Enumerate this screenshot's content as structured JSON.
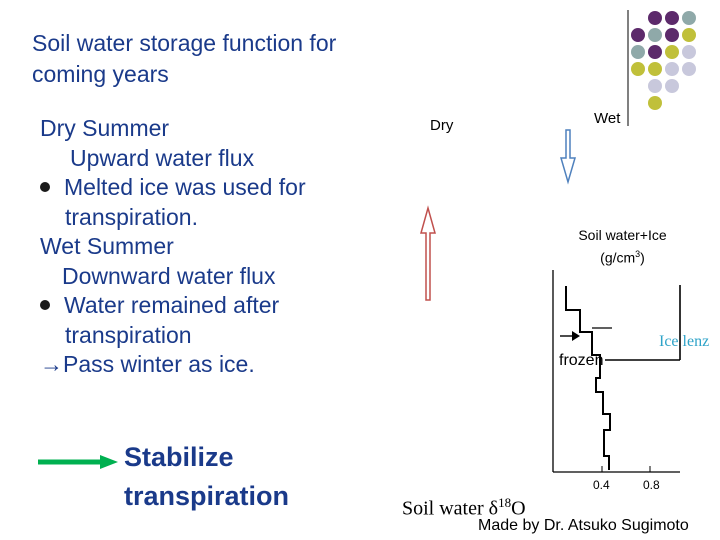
{
  "title": "Soil water storage function for coming years",
  "bullets": {
    "dry_summer": "Dry Summer",
    "upward_flux": "Upward water flux",
    "melted_ice": "Melted ice was used for",
    "melted_ice_2": "transpiration.",
    "wet_summer": "Wet Summer",
    "downward_flux": "Downward water flux",
    "water_remained": "Water remained after",
    "water_remained_2": "transpiration",
    "pass_winter": "Pass winter as ice."
  },
  "stabilize": [
    "Stabilize",
    "transpiration"
  ],
  "diagram": {
    "dry_label": "Dry",
    "wet_label": "Wet",
    "axis_title_line1": "Soil water+Ice",
    "axis_title_line2": "(g/cm",
    "axis_title_sup": "3",
    "axis_title_close": ")",
    "frozen_label": "frozen",
    "ice_lenz_label": "Ice lenz",
    "tick_04": "0.4",
    "tick_08": "0.8",
    "soil_water_prefix": "Soil water ",
    "delta_symbol": "δ",
    "isotope_sup": "18",
    "isotope_letter": "O"
  },
  "credit": "Made by Dr. Atsuko Sugimoto",
  "colors": {
    "text_blue": "#1a3a8a",
    "arrow_red": "#c0504d",
    "arrow_blue": "#4f81bd",
    "green_arrow": "#00b050",
    "ice_lenz": "#2ea3c8",
    "dot_purple": "#5c2a6b",
    "dot_teal": "#8fa9a9",
    "dot_olive": "#c0c03a",
    "dot_lavender": "#c8c8dc"
  }
}
